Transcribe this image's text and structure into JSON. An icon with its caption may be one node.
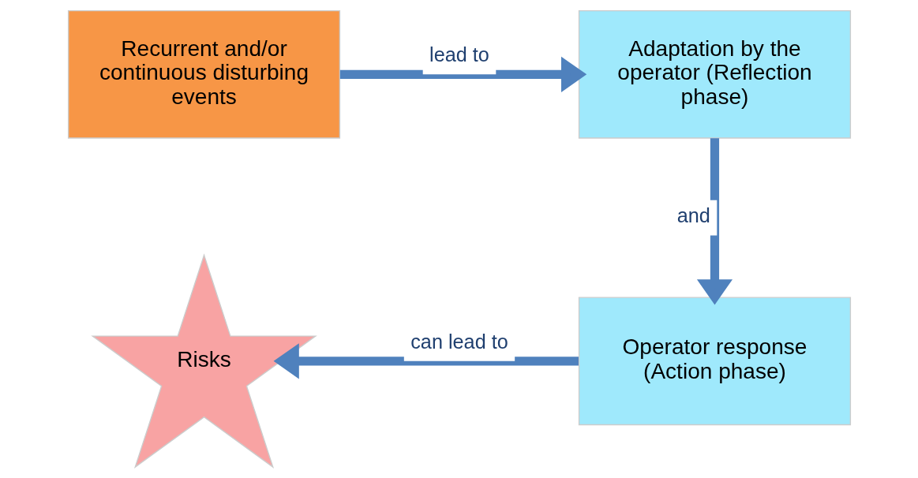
{
  "diagram": {
    "nodes": [
      {
        "text": [
          "Recurrent and/or continuous disturbing events"
        ]
      },
      {
        "text": [
          "Adaptation by the operator (Reflection phase)"
        ]
      },
      {
        "text": [
          "Operator response (Action phase)"
        ]
      },
      {
        "text": [
          "Risks"
        ]
      }
    ],
    "edges": [
      {
        "from": 0,
        "to": 1,
        "arrow": "to",
        "label": "lead to"
      },
      {
        "from": 1,
        "to": 2,
        "arrow": "to",
        "label": "and"
      },
      {
        "from": 2,
        "to": 3,
        "arrow": "to",
        "label": "can lead to"
      }
    ]
  }
}
